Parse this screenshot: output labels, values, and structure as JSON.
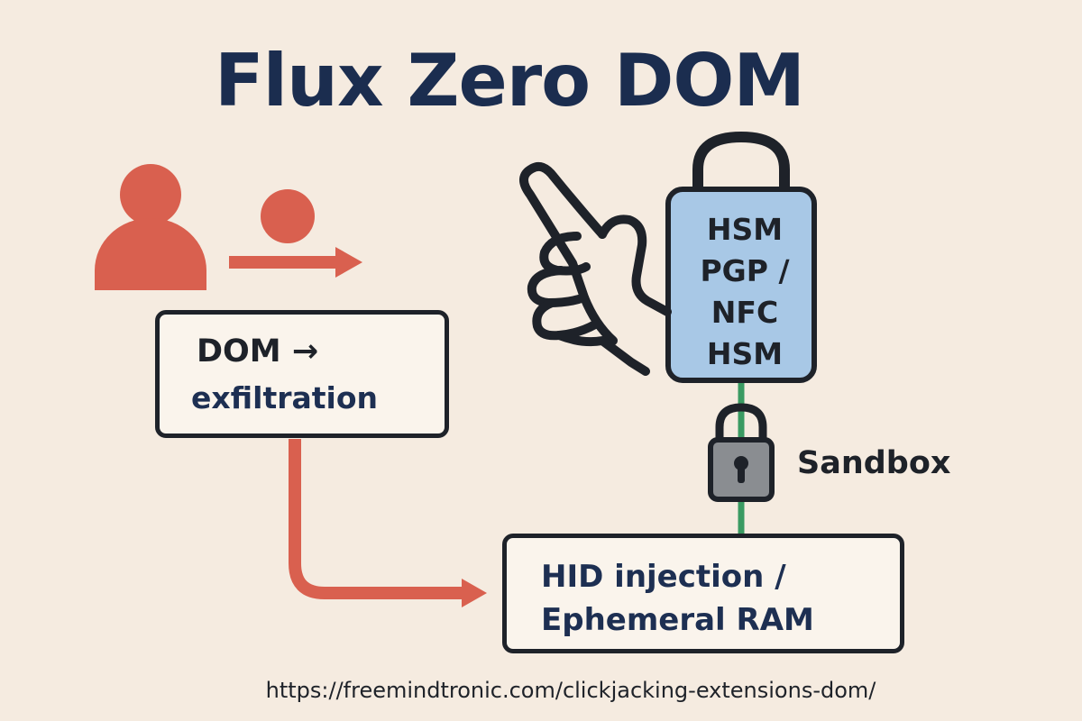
{
  "title": "Flux Zero DOM",
  "boxes": {
    "dom": {
      "line1": "DOM →",
      "line2": "exfiltration",
      "status_icon": "cross-icon"
    },
    "hid": {
      "line1": "HID injection /",
      "line2": "Ephemeral RAM",
      "status_icon": "check-icon"
    }
  },
  "hsm_lock": {
    "lines": [
      "HSM",
      "PGP /",
      "NFC",
      "HSM"
    ]
  },
  "sandbox_label": "Sandbox",
  "source_url": "https://freemindtronic.com/clickjacking-extensions-dom/",
  "colors": {
    "background": "#f5ebe0",
    "title": "#1b2d4f",
    "red": "#d9604f",
    "green": "#3a9a62",
    "blue_lock": "#a8c8e6",
    "outline": "#1e2229",
    "padlock_grey": "#8a8d91"
  }
}
